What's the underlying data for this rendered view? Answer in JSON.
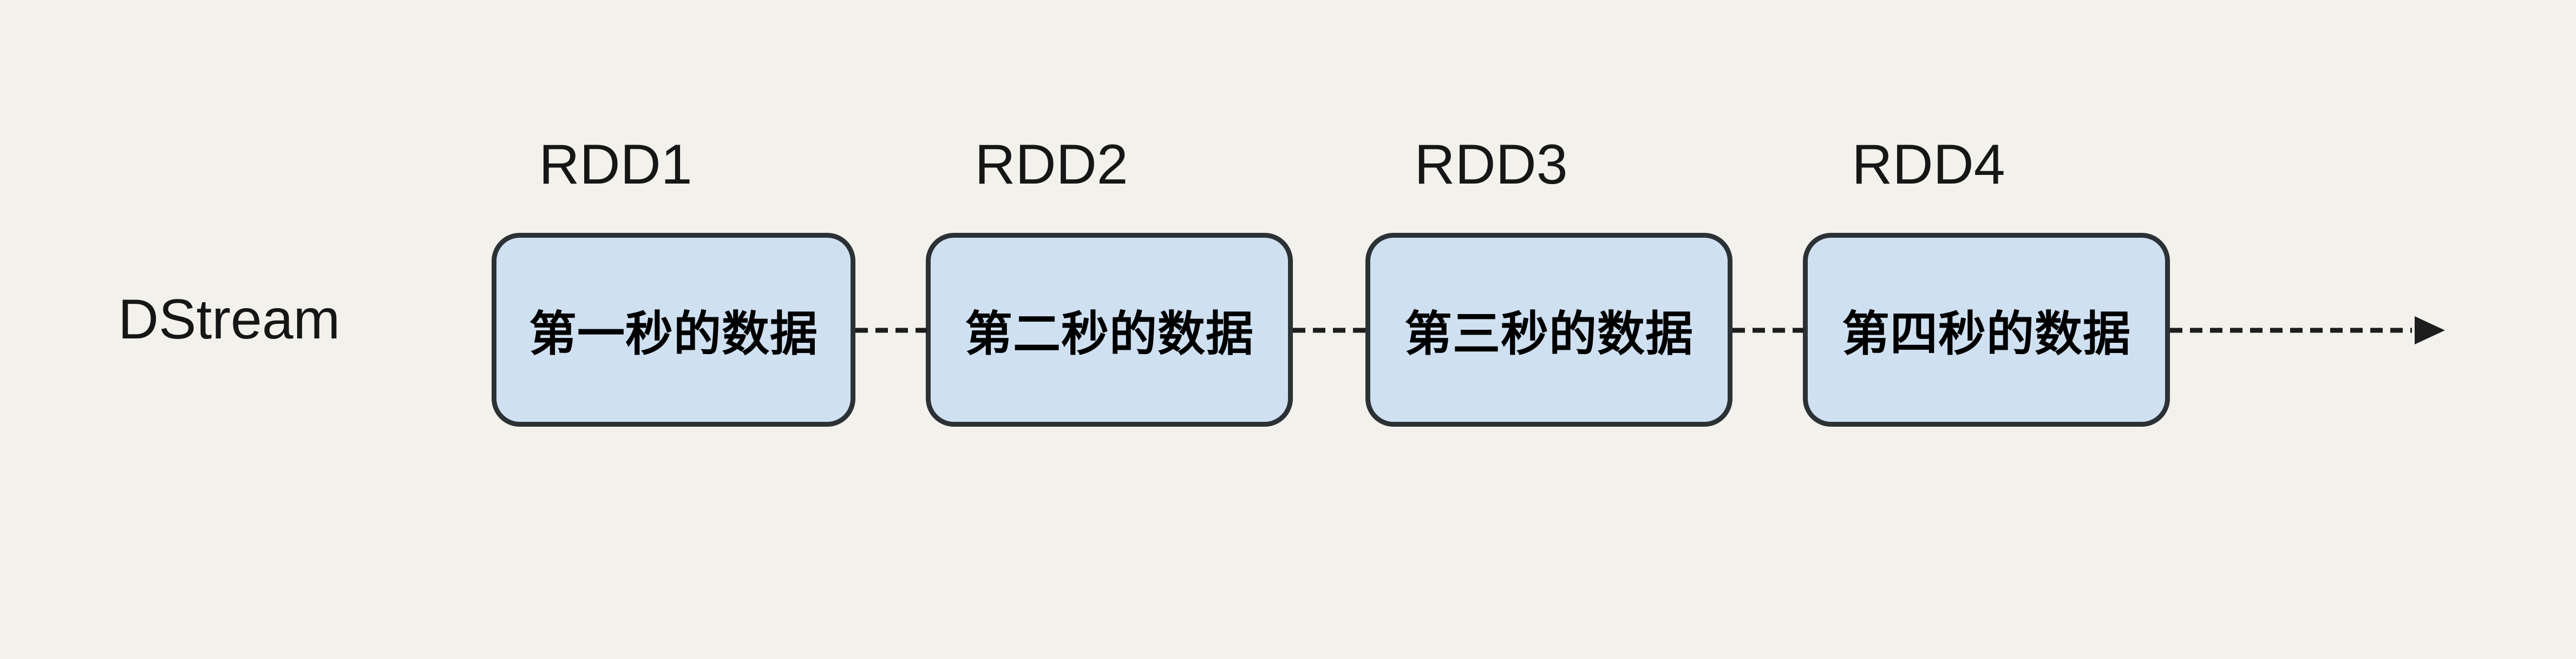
{
  "colors": {
    "background_color": "#f2f1ec",
    "box_fill_color": "#cfe0f1",
    "box_border_color": "#2b3135",
    "line_color": "#1d1d1d",
    "text_color": "#161616"
  },
  "diagram": {
    "stream_label": "DStream",
    "nodes": [
      {
        "label": "RDD1",
        "content": "第一秒的数据"
      },
      {
        "label": "RDD2",
        "content": "第二秒的数据"
      },
      {
        "label": "RDD3",
        "content": "第三秒的数据"
      },
      {
        "label": "RDD4",
        "content": "第四秒的数据"
      }
    ],
    "connector_style": "dashed",
    "arrow_direction": "right"
  }
}
